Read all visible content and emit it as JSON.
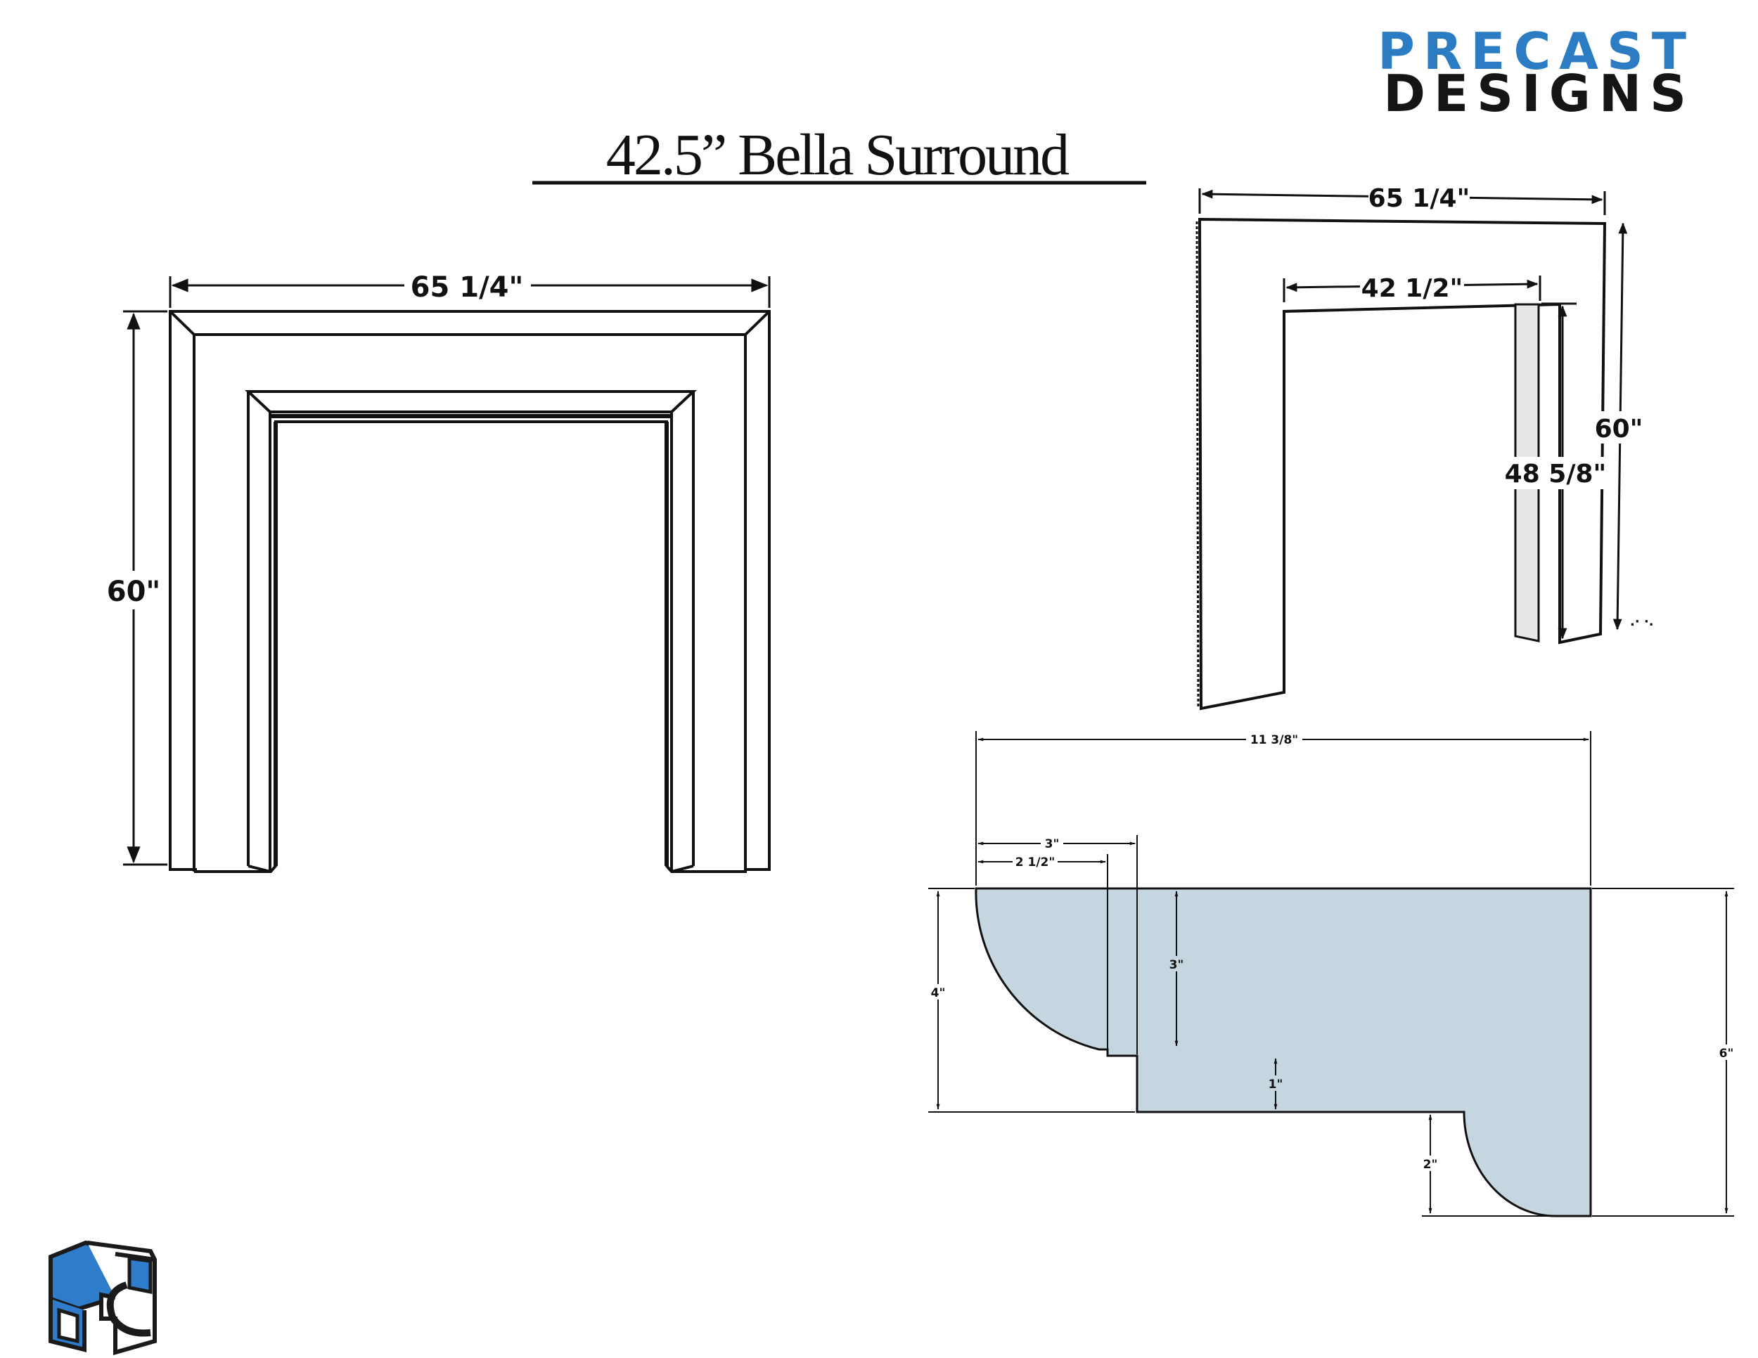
{
  "title": "42.5” Bella Surround",
  "logo": {
    "line1": "PRECAST",
    "line2": "DESIGNS",
    "line1_color": "#2b7cc3",
    "line2_color": "#151515",
    "emblem_name": "precast-designs-emblem",
    "emblem_blue": "#2f7ccb",
    "emblem_dark": "#1a1a1a"
  },
  "front_view": {
    "width_label": "65 1/4\"",
    "height_label": "60\""
  },
  "perspective_view": {
    "outer_width_label": "65 1/4\"",
    "inner_width_label": "42 1/2\"",
    "outer_height_label": "60\"",
    "inner_height_label": "48 5/8\""
  },
  "profile": {
    "fill_color": "#c5d6e0",
    "overall_width_label": "11 3/8\"",
    "top_step_label": "3\"",
    "cove_width_label": "2 1/2\"",
    "step_height_label": "3\"",
    "left_height_label": "4\"",
    "small_step_label": "1\"",
    "bottom_cove_label": "2\"",
    "overall_height_label": "6\""
  }
}
